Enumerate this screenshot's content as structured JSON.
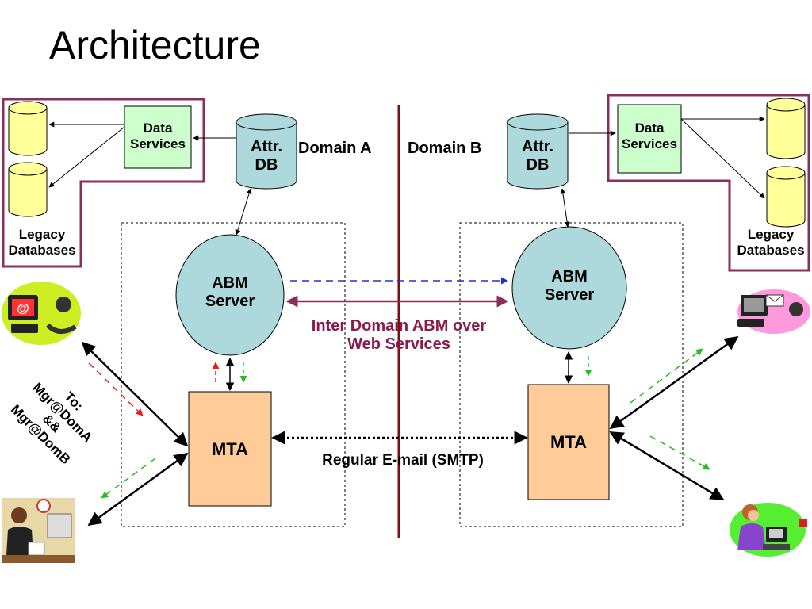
{
  "title": "Architecture",
  "domain_a": "Domain A",
  "domain_b": "Domain B",
  "left": {
    "data_services_l1": "Data",
    "data_services_l2": "Services",
    "attr_db_l1": "Attr.",
    "attr_db_l2": "DB",
    "legacy_l1": "Legacy",
    "legacy_l2": "Databases",
    "abm_l1": "ABM",
    "abm_l2": "Server",
    "mta": "MTA"
  },
  "right": {
    "data_services_l1": "Data",
    "data_services_l2": "Services",
    "attr_db_l1": "Attr.",
    "attr_db_l2": "DB",
    "legacy_l1": "Legacy",
    "legacy_l2": "Databases",
    "abm_l1": "ABM",
    "abm_l2": "Server",
    "mta": "MTA"
  },
  "inter_domain_l1": "Inter Domain ABM over",
  "inter_domain_l2": "Web Services",
  "smtp": "Regular E-mail (SMTP)",
  "recipient_l1": "To:",
  "recipient_l2": "Mgr@DomA",
  "recipient_l3": "&&",
  "recipient_l4": "Mgr@DomB",
  "colors": {
    "legacy_border": "#8B2D5E",
    "data_services_fill": "#CCFFCC",
    "db_fill": "#ADD8DC",
    "legacy_fill": "#FFFF99",
    "abm_fill": "#ADD8DC",
    "mta_fill": "#FFCC99",
    "divider": "#7A1010",
    "web_services": "#8B1A4A",
    "dashed_blue": "#2030D0",
    "dashed_red": "#E02020",
    "dashed_green": "#20C020"
  }
}
